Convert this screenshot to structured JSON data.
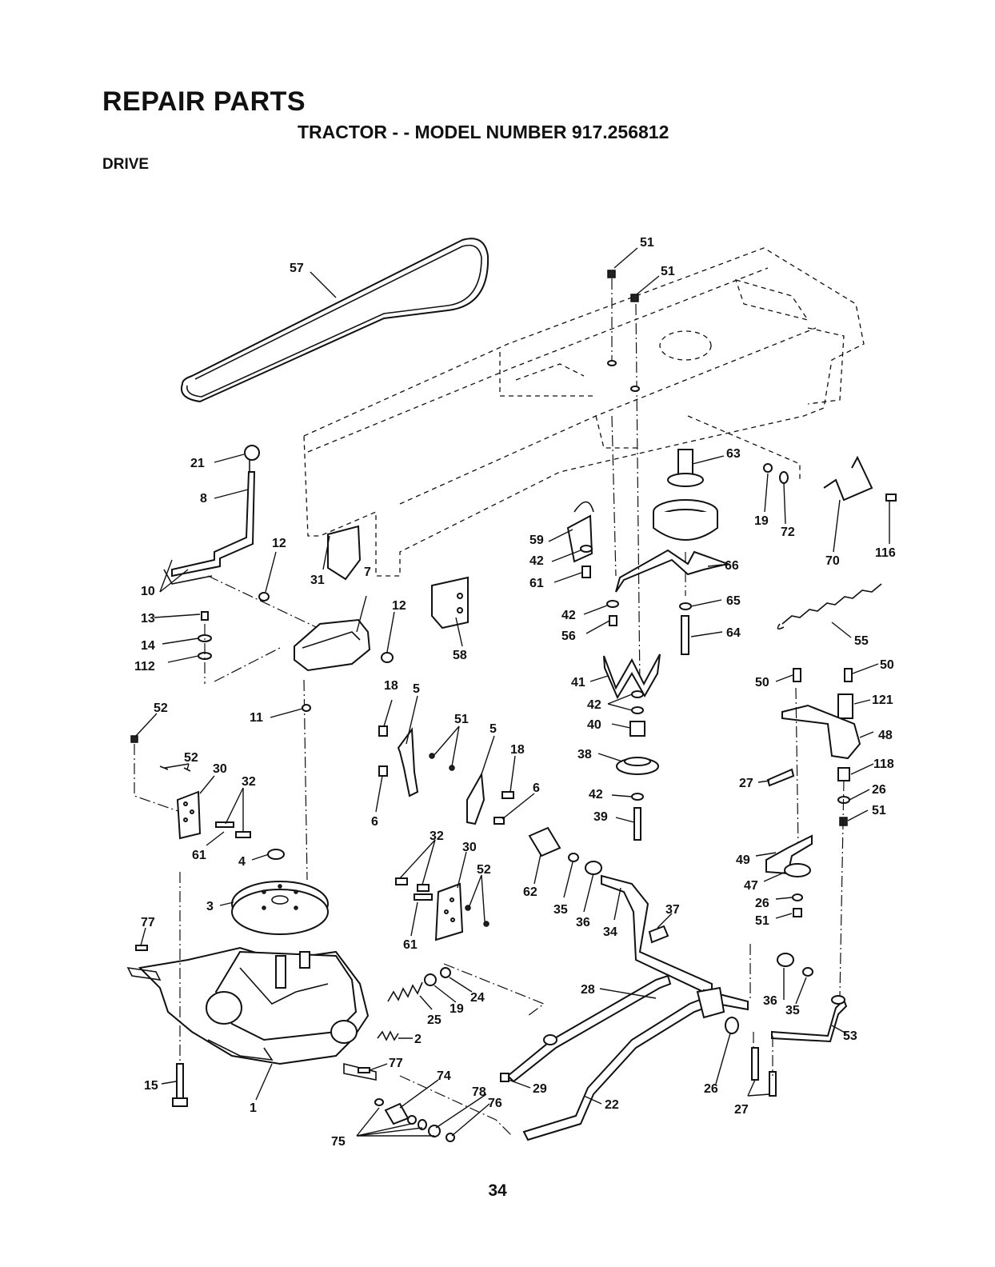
{
  "header": {
    "title": "REPAIR PARTS",
    "subtitle": "TRACTOR - - MODEL NUMBER 917.256812",
    "section": "DRIVE"
  },
  "page_number": "34",
  "callouts": [
    "57",
    "51",
    "51",
    "63",
    "19",
    "72",
    "70",
    "116",
    "21",
    "8",
    "12",
    "10",
    "31",
    "7",
    "13",
    "14",
    "112",
    "12",
    "58",
    "59",
    "42",
    "61",
    "66",
    "42",
    "65",
    "56",
    "64",
    "55",
    "41",
    "42",
    "40",
    "38",
    "42",
    "39",
    "50",
    "50",
    "121",
    "48",
    "118",
    "27",
    "26",
    "51",
    "11",
    "18",
    "5",
    "52",
    "52",
    "30",
    "32",
    "51",
    "5",
    "18",
    "6",
    "6",
    "61",
    "4",
    "3",
    "32",
    "30",
    "52",
    "61",
    "62",
    "35",
    "36",
    "34",
    "37",
    "49",
    "47",
    "26",
    "51",
    "77",
    "2",
    "25",
    "19",
    "24",
    "28",
    "36",
    "35",
    "53",
    "15",
    "1",
    "77",
    "74",
    "78",
    "76",
    "75",
    "29",
    "22",
    "26",
    "27"
  ]
}
